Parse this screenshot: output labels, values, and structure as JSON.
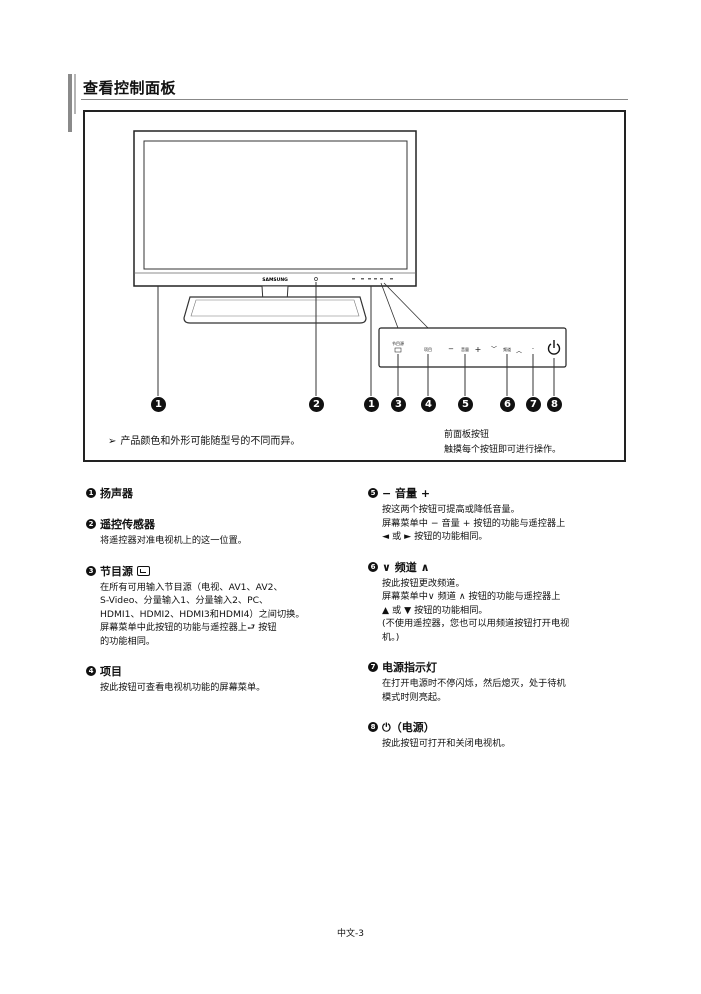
{
  "header": {
    "title": "查看控制面板"
  },
  "figure": {
    "brand": "SAMSUNG",
    "panel_labels": {
      "source": "节目源",
      "menu": "项目",
      "vol_minus": "−",
      "vol_label": "音量",
      "vol_plus": "+",
      "ch_down": "﹀",
      "ch_label": "频道",
      "ch_up": "︿",
      "led": "·",
      "power": "⏻"
    },
    "callouts": [
      "❶",
      "❷",
      "❶",
      "❸",
      "❹",
      "❺",
      "❻",
      "❼",
      "❽"
    ],
    "note": "产品颜色和外形可能随型号的不同而异。",
    "front_panel_title": "前面板按钮",
    "front_panel_desc": "触摸每个按钮即可进行操作。"
  },
  "items": [
    {
      "num": "1",
      "title": "扬声器",
      "body": ""
    },
    {
      "num": "2",
      "title": "遥控传感器",
      "body": "将遥控器对准电视机上的这一位置。"
    },
    {
      "num": "3",
      "title": "节目源",
      "body": "在所有可用输入节目源（电视、AV1、AV2、\nS-Video、分量输入1、分量输入2、PC、\nHDMI1、HDMI2、HDMI3和HDMI4）之间切换。\n屏幕菜单中此按钮的功能与遥控器上⮐ 按钮\n的功能相同。"
    },
    {
      "num": "4",
      "title": "项目",
      "body": "按此按钮可查看电视机功能的屏幕菜单。"
    },
    {
      "num": "5",
      "title": "− 音量 +",
      "body": "按这两个按钮可提高或降低音量。\n屏幕菜单中 − 音量 + 按钮的功能与遥控器上\n◄ 或 ► 按钮的功能相同。"
    },
    {
      "num": "6",
      "title": "∨ 频道 ∧",
      "body": "按此按钮更改频道。\n屏幕菜单中∨ 频道 ∧ 按钮的功能与遥控器上\n▲ 或 ▼ 按钮的功能相同。\n(不使用遥控器，您也可以用频道按钮打开电视\n机。)"
    },
    {
      "num": "7",
      "title": "电源指示灯",
      "body": "在打开电源时不停闪烁，然后熄灭，处于待机\n模式时则亮起。"
    },
    {
      "num": "8",
      "title": "⏻（电源）",
      "body": "按此按钮可打开和关闭电视机。"
    }
  ],
  "page_number": "中文-3"
}
